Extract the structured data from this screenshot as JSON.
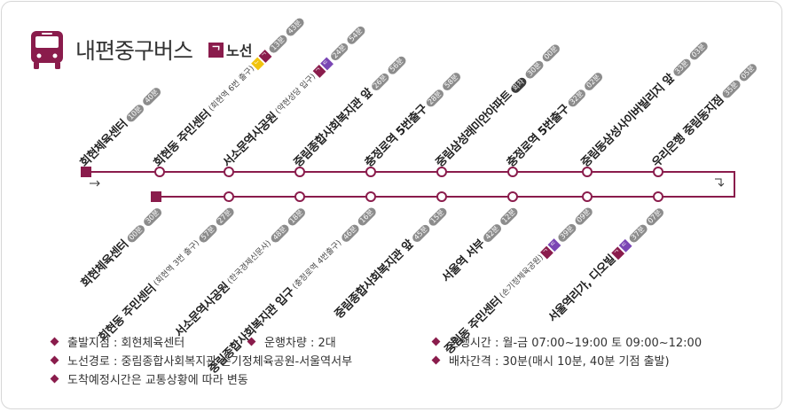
{
  "header": {
    "title": "내편중구버스",
    "route_badge": "ᄀ",
    "route_name": "노선",
    "icon": "bus-icon"
  },
  "colors": {
    "line": "#8a1c4c",
    "pill": "#8c8c8c",
    "yellow": "#f1c40f",
    "purple": "#7a46b4"
  },
  "stops_upper": [
    {
      "name": "회현체육센터",
      "times": [
        "10분",
        "40분"
      ]
    },
    {
      "name": "회현동 주민센터",
      "sub": "(회현역 6번 출구)",
      "chips": [
        "yellow:ᄂ",
        "maroon:ᄀ"
      ],
      "times": [
        "13분",
        "43분"
      ]
    },
    {
      "name": "서소문역사공원",
      "sub": "(약현성당 입구)",
      "chips": [
        "maroon:ᄀ",
        "purple:ᄃ"
      ],
      "times": [
        "24분",
        "54분"
      ]
    },
    {
      "name": "중림종합사회복지관 앞",
      "times": [
        "26분",
        "56분"
      ]
    },
    {
      "name": "충정로역 5번출구",
      "times": [
        "28분",
        "58분"
      ]
    },
    {
      "name": "중림삼성래미안아파트",
      "badge": "회차",
      "times": [
        "30분",
        "00분"
      ]
    },
    {
      "name": "충정로역 5번출구",
      "times": [
        "32분",
        "02분"
      ]
    },
    {
      "name": "중림동삼성사이버빌리지 앞",
      "times": [
        "33분",
        "03분"
      ]
    },
    {
      "name": "우리은행 중림동지점",
      "times": [
        "35분",
        "05분"
      ]
    }
  ],
  "stops_lower": [
    {
      "name": "회현체육센터",
      "times": [
        "00분",
        "30분"
      ]
    },
    {
      "name": "회현동 주민센터",
      "sub": "(회현역 3번 출구)",
      "times": [
        "57분",
        "27분"
      ]
    },
    {
      "name": "서소문역사공원",
      "sub": "(한국경제신문사)",
      "times": [
        "48분",
        "18분"
      ]
    },
    {
      "name": "중림종합사회복지관 입구",
      "sub": "(충정로역 4번출구)",
      "times": [
        "46분",
        "16분"
      ]
    },
    {
      "name": "중림종합사회복지관 앞",
      "times": [
        "45분",
        "15분"
      ]
    },
    {
      "name": "서울역 서부",
      "times": [
        "42분",
        "12분"
      ]
    },
    {
      "name": "중림동 주민센터",
      "sub": "(손기정체육공원)",
      "chips": [
        "maroon:ᄀ",
        "purple:ᄃ"
      ],
      "times": [
        "39분",
        "09분"
      ]
    },
    {
      "name": "서울역리가, 디오빌",
      "chips": [
        "maroon:ᄀ",
        "purple:ᄃ"
      ],
      "times": [
        "37분",
        "07분"
      ]
    }
  ],
  "legend": {
    "start": "출발지점 : 회현체육센터",
    "vehicles": "운행차량 : 2대",
    "hours": "운행시간 : 월-금 07:00~19:00  토 09:00~12:00",
    "route": "노선경로 : 중림종합사회복지관-손기정체육공원-서울역서부",
    "interval": "배차간격 : 30분(매시 10분, 40분 기점 출발)",
    "note": "도착예정시간은 교통상황에 따라 변동"
  }
}
